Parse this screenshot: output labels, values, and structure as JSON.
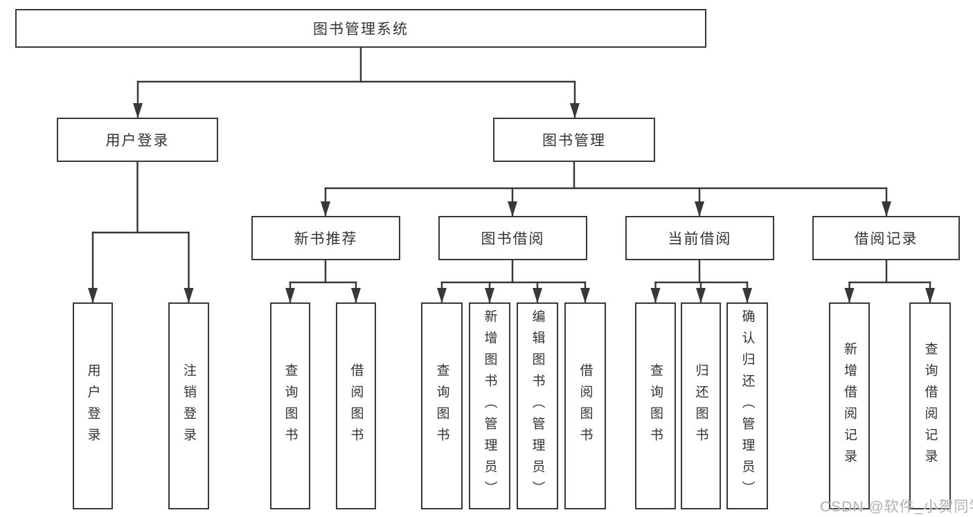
{
  "diagram": {
    "root": "图书管理系统",
    "user_login": {
      "label": "用户登录",
      "children": [
        "用户登录",
        "注销登录"
      ]
    },
    "book_mgmt": {
      "label": "图书管理",
      "sections": [
        {
          "label": "新书推荐",
          "children": [
            "查询图书",
            "借阅图书"
          ]
        },
        {
          "label": "图书借阅",
          "children": [
            "查询图书",
            "新增图书（管理员）",
            "编辑图书（管理员）",
            "借阅图书"
          ]
        },
        {
          "label": "当前借阅",
          "children": [
            "查询图书",
            "归还图书",
            "确认归还（管理员）"
          ]
        },
        {
          "label": "借阅记录",
          "children": [
            "新增借阅记录",
            "查询借阅记录"
          ]
        }
      ]
    }
  },
  "watermark": "CSDN @软件_小贺同学",
  "colors": {
    "line": "#383838",
    "box_border": "#383838",
    "text": "#333333",
    "background": "#ffffff",
    "watermark": "#b0b0b0"
  }
}
